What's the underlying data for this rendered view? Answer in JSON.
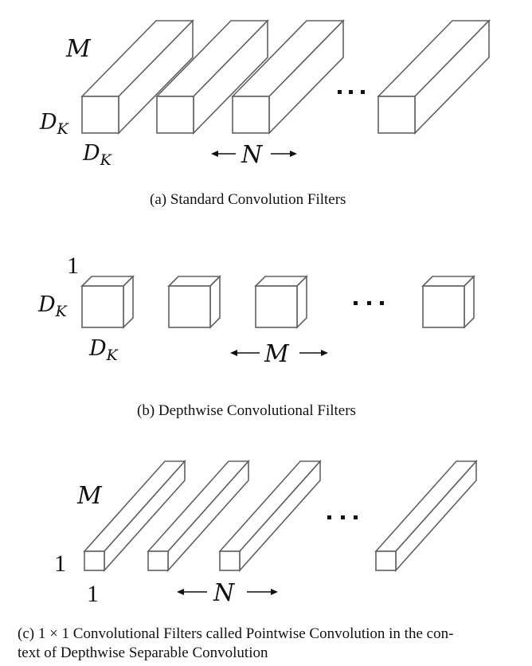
{
  "panels": [
    {
      "id": "a",
      "caption": "(a)  Standard Convolution Filters",
      "depth_label": "M",
      "height_label": "D",
      "height_sub": "K",
      "width_label": "D",
      "width_sub": "K",
      "count_label": "N",
      "ellipsis": "...",
      "filter_count_shown": 4
    },
    {
      "id": "b",
      "caption": "(b)  Depthwise Convolutional Filters",
      "depth_label": "1",
      "height_label": "D",
      "height_sub": "K",
      "width_label": "D",
      "width_sub": "K",
      "count_label": "M",
      "ellipsis": "...",
      "filter_count_shown": 4
    },
    {
      "id": "c",
      "caption_line1": "(c)  1 × 1 Convolutional Filters called Pointwise Convolution in the con-",
      "caption_line2": "text of Depthwise Separable Convolution",
      "depth_label": "M",
      "height_label": "1",
      "width_label": "1",
      "count_label": "N",
      "ellipsis": "...",
      "filter_count_shown": 4
    }
  ]
}
